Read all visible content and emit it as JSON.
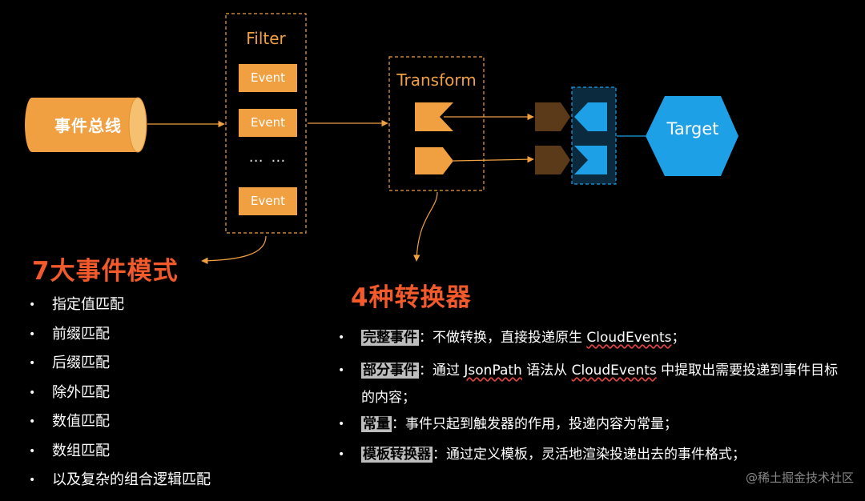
{
  "diagram": {
    "bus_label": "事件总线",
    "filter_title": "Filter",
    "events": [
      "Event",
      "Event",
      "Event"
    ],
    "ellipsis": "… …",
    "transform_title": "Transform",
    "target_label": "Target"
  },
  "modes": {
    "title": "7大事件模式",
    "items": [
      "指定值匹配",
      "前缀匹配",
      "后缀匹配",
      "除外匹配",
      "数值匹配",
      "数组匹配",
      "以及复杂的组合逻辑匹配"
    ]
  },
  "converters": {
    "title": "4种转换器",
    "items": [
      {
        "name": "完整事件",
        "sep": "：",
        "text": "不做转换，直接投递原生 ",
        "term": "CloudEvents",
        "tail": "；"
      },
      {
        "name": "部分事件",
        "sep": "：",
        "text": "通过 ",
        "term": "JsonPath",
        "mid": " 语法从 ",
        "term2": "CloudEvents",
        "tail": " 中提取出需要投递到事件目标的内容；"
      },
      {
        "name": "常量",
        "sep": "：",
        "text": "事件只起到触发器的作用，投递内容为常量；"
      },
      {
        "name": "模板转换器",
        "sep": "：",
        "text": "通过定义模板，灵活地渲染投递出去的事件格式；"
      }
    ]
  },
  "watermark": "@稀土掘金技术社区",
  "colors": {
    "orange": "#f0a040",
    "title_red": "#f2592b",
    "blue": "#1ea0e6",
    "brown": "#5a3a18"
  }
}
